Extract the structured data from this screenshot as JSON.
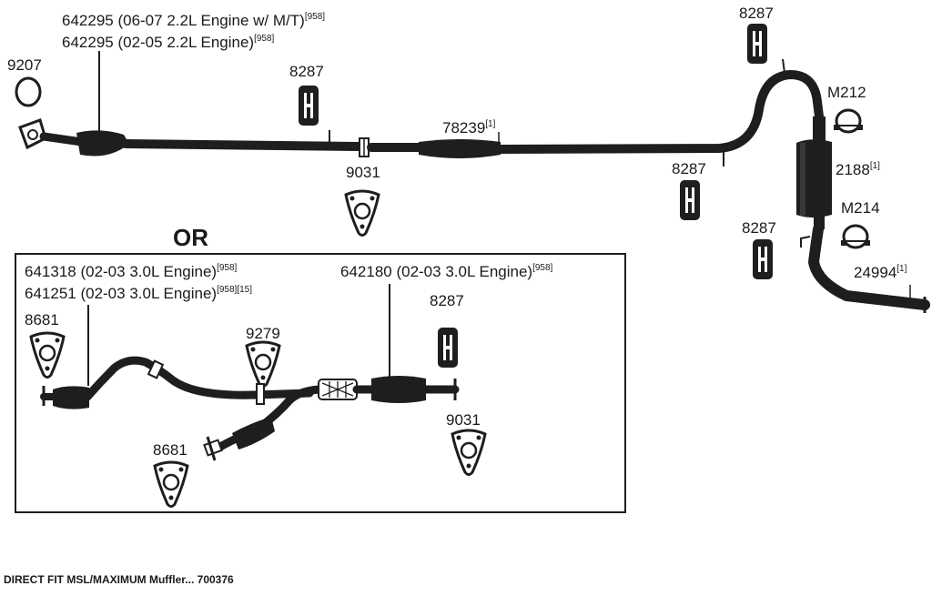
{
  "labels": {
    "pipe_642295_a": "642295 (06-07 2.2L Engine w/ M/T)",
    "pipe_642295_a_sup": "[958]",
    "pipe_642295_b": "642295 (02-05 2.2L Engine)",
    "pipe_642295_b_sup": "[958]",
    "gasket_9207": "9207",
    "hanger_8287_a": "8287",
    "hanger_8287_b": "8287",
    "hanger_8287_c": "8287",
    "hanger_8287_d": "8287",
    "hanger_8287_e": "8287",
    "pipe_78239": "78239",
    "pipe_78239_sup": "[1]",
    "gasket_9031_a": "9031",
    "gasket_9031_b": "9031",
    "clamp_m212": "M212",
    "muffler_2188": "2188",
    "muffler_2188_sup": "[1]",
    "clamp_m214": "M214",
    "tailpipe_24994": "24994",
    "tailpipe_24994_sup": "[1]",
    "or_text": "OR",
    "conv_641318": "641318 (02-03 3.0L Engine)",
    "conv_641318_sup": "[958]",
    "conv_641251": "641251 (02-03 3.0L Engine)",
    "conv_641251_sup": "[958][15]",
    "conv_642180": "642180 (02-03 3.0L Engine)",
    "conv_642180_sup": "[958]",
    "gasket_8681_a": "8681",
    "gasket_8681_b": "8681",
    "gasket_9279": "9279"
  },
  "footer": {
    "caption": "DIRECT FIT MSL/MAXIMUM Muffler... 700376"
  },
  "colors": {
    "ink": "#1e1e1e",
    "background": "#ffffff"
  }
}
